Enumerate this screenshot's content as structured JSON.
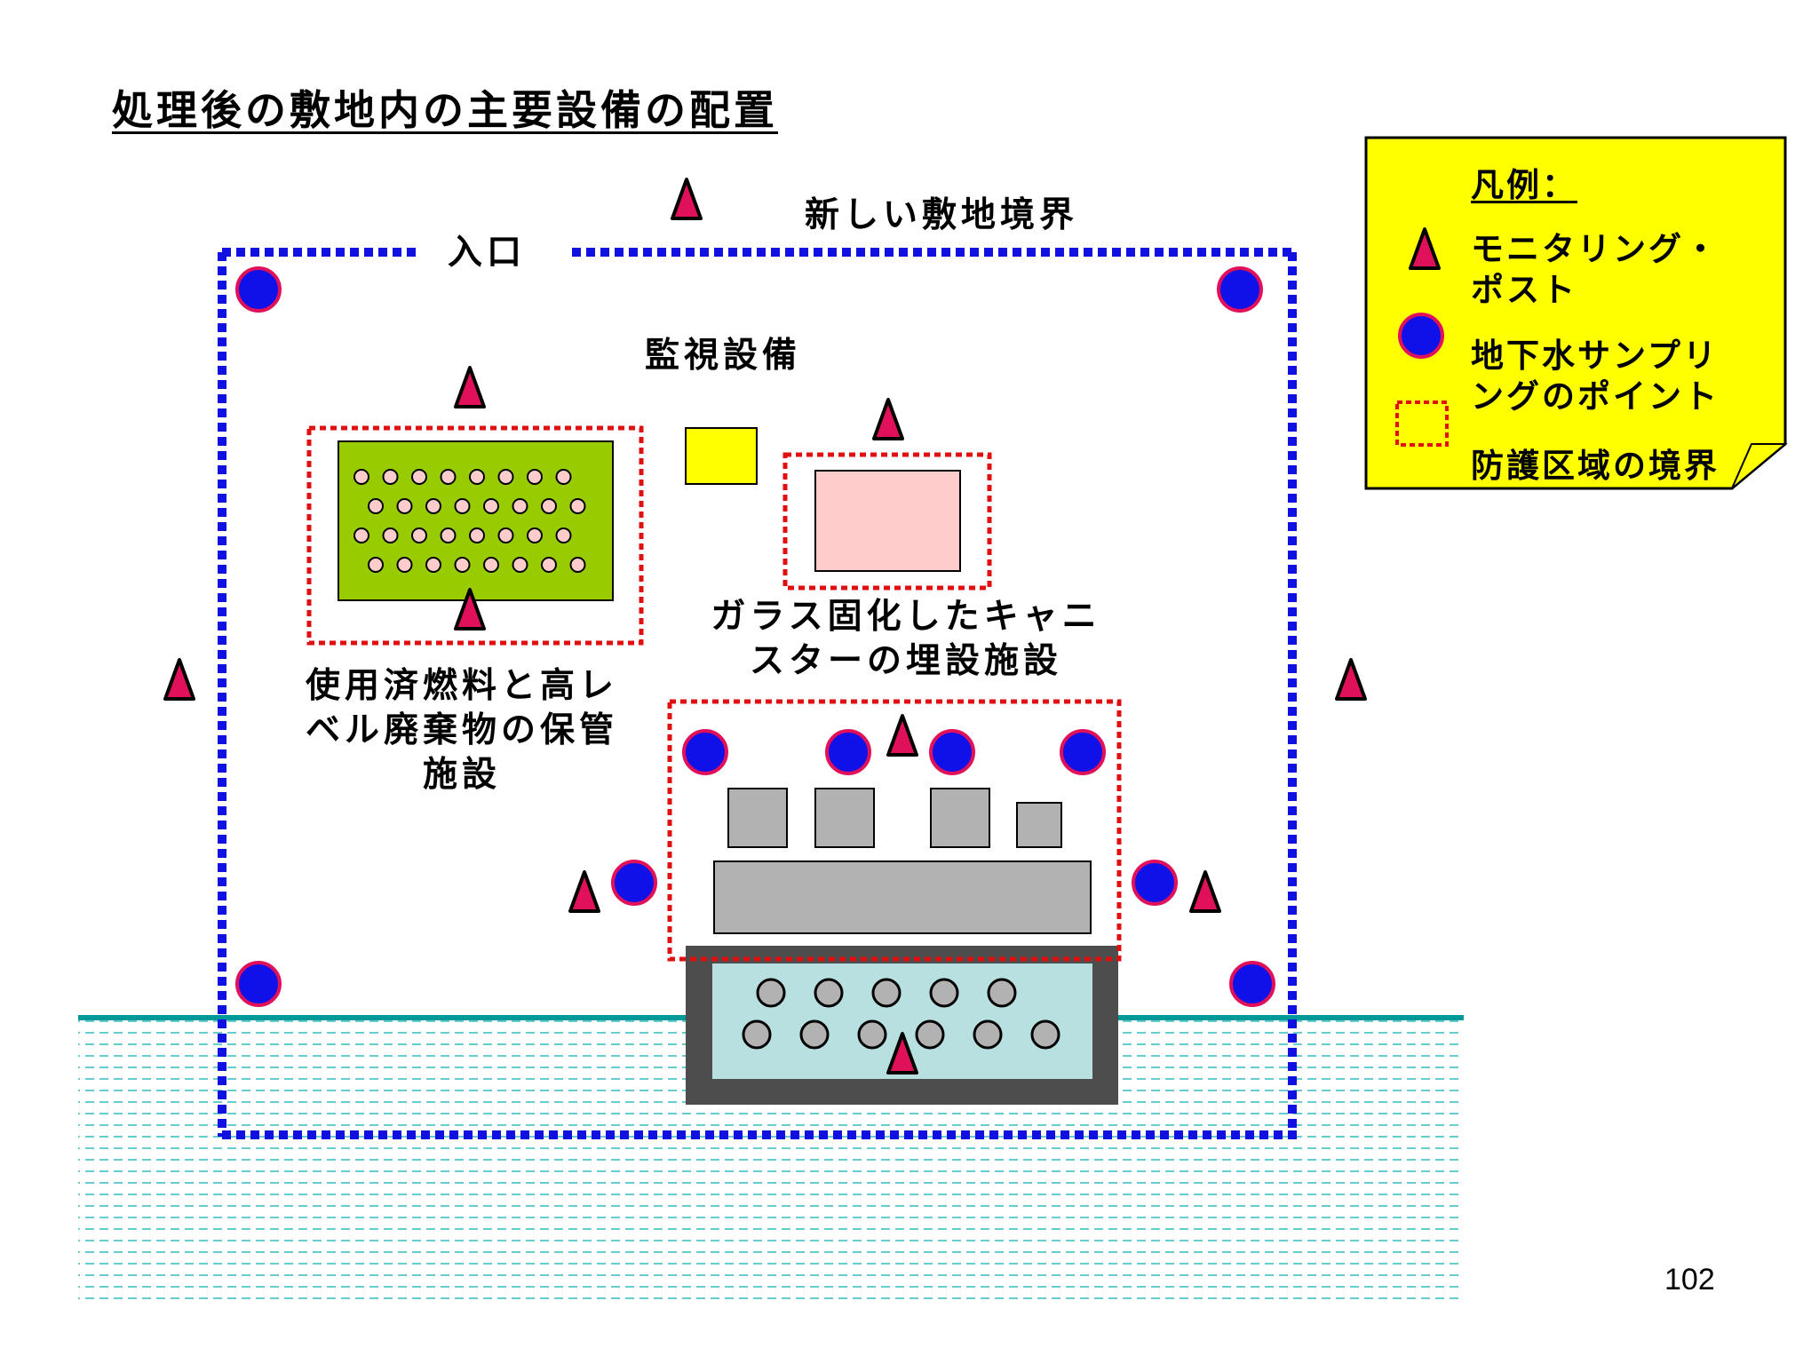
{
  "title": "処理後の敷地内の主要設備の配置",
  "labels": {
    "entrance": "入口",
    "new_boundary": "新しい敷地境界",
    "monitoring_facility": "監視設備",
    "glass_canister_line1": "ガラス固化したキャニ",
    "glass_canister_line2": "スターの埋設施設",
    "spent_fuel_line1": "使用済燃料と高レ",
    "spent_fuel_line2": "ベル廃棄物の保管",
    "spent_fuel_line3": "施設"
  },
  "legend": {
    "title": "凡例：",
    "monitoring_post_line1": "モニタリング・",
    "monitoring_post_line2": "ポスト",
    "groundwater_line1": "地下水サンプリ",
    "groundwater_line2": "ングのポイント",
    "protection_boundary": "防護区域の境界"
  },
  "page_number": "102",
  "colors": {
    "site_boundary": "#1010e0",
    "protection_boundary": "#e01010",
    "monitoring_post_fill": "#e0105a",
    "groundwater_fill": "#1010e8",
    "groundwater_stroke": "#e0105a",
    "storage_green": "#99cc00",
    "monitor_yellow": "#ffff00",
    "canister_pink": "#ffcccc",
    "building_gray": "#b2b2b2",
    "pit_dark": "#4d4d4d",
    "pit_water": "#b8e0e0",
    "ground_line": "#009999",
    "ground_hatch": "#66cccc",
    "legend_bg": "#ffff00"
  }
}
